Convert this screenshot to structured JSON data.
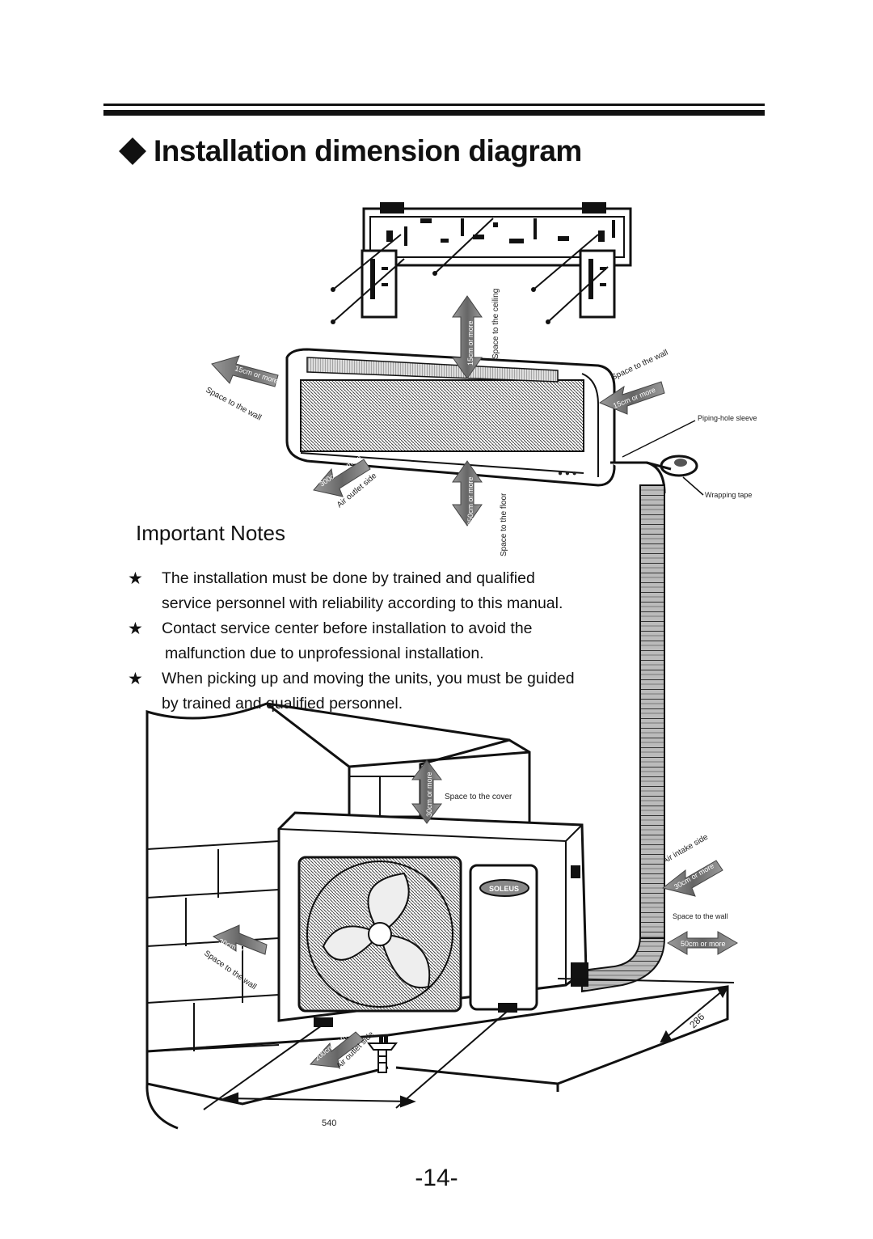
{
  "header": {
    "title": "Installation dimension diagram"
  },
  "important_notes": {
    "heading": "Important Notes",
    "items": [
      {
        "lines": [
          "The installation must be done by trained and qualified",
          "service personnel with reliability according to this manual."
        ]
      },
      {
        "lines": [
          "Contact service center before installation to avoid the",
          "malfunction due to unprofessional installation."
        ]
      },
      {
        "lines": [
          "When picking up and moving the units, you must be guided",
          "by trained and qualified personnel."
        ]
      }
    ]
  },
  "diagram_labels": {
    "space_ceiling": "Space to the ceiling",
    "space_wall": "Space to the wall",
    "space_floor": "Space to the floor",
    "air_outlet_side": "Air outlet side",
    "air_intake_side": "Air intake side",
    "space_cover": "Space to the cover",
    "piping_hole_sleeve": "Piping-hole sleeve",
    "wrapping_tape": "Wrapping tape",
    "arrow_15cm": "15cm or more",
    "arrow_300cm": "300cm or more",
    "arrow_250cm": "250cm or more",
    "arrow_30cm": "30cm or more",
    "arrow_50cm": "50cm or more",
    "arrow_200cm": "200cm or more",
    "brand": "SOLEUS",
    "dim_540": "540",
    "dim_286": "286"
  },
  "footer": {
    "page_number": "-14-"
  }
}
